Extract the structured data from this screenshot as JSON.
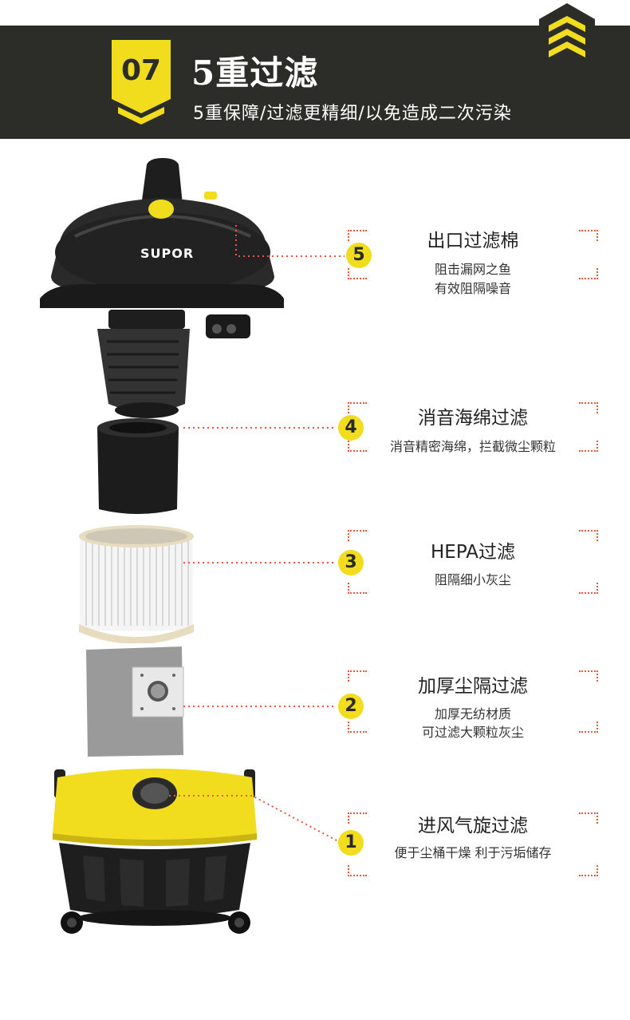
{
  "header": {
    "badge_number": "07",
    "title": "5重过滤",
    "subtitle": "5重保障/过滤更精细/以免造成二次污染"
  },
  "product": {
    "logo": "SUPOR"
  },
  "filters": [
    {
      "number": "5",
      "title": "出口过滤棉",
      "lines": [
        "阻击漏网之鱼",
        "有效阻隔噪音"
      ]
    },
    {
      "number": "4",
      "title": "消音海绵过滤",
      "lines": [
        "消音精密海绵，拦截微尘颗粒"
      ]
    },
    {
      "number": "3",
      "title": "HEPA过滤",
      "lines": [
        "阻隔细小灰尘"
      ]
    },
    {
      "number": "2",
      "title": "加厚尘隔过滤",
      "lines": [
        "加厚无纺材质",
        "可过滤大颗粒灰尘"
      ]
    },
    {
      "number": "1",
      "title": "进风气旋过滤",
      "lines": [
        "便于尘桶干燥 利于污垢储存"
      ]
    }
  ],
  "colors": {
    "accent_yellow": "#f2dc1e",
    "header_bg": "#2c2c28",
    "dotted_line": "#e8553a"
  }
}
